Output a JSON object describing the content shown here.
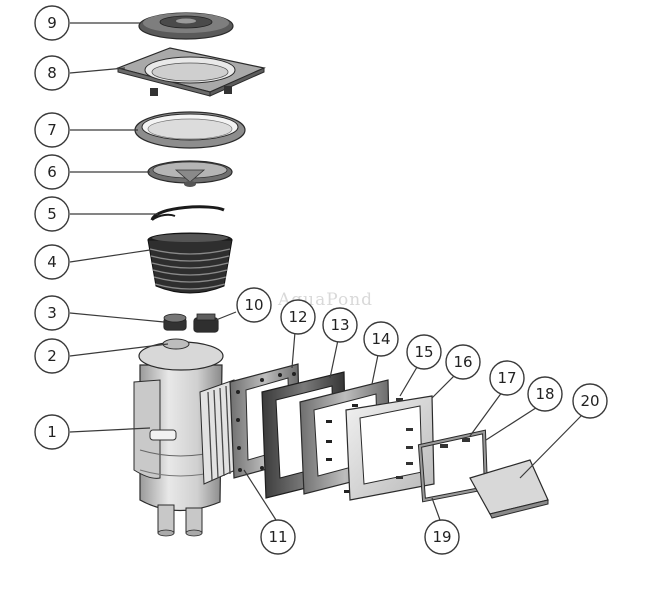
{
  "watermark": "AquaPond",
  "callouts": [
    {
      "id": "c9",
      "label": "9"
    },
    {
      "id": "c8",
      "label": "8"
    },
    {
      "id": "c7",
      "label": "7"
    },
    {
      "id": "c6",
      "label": "6"
    },
    {
      "id": "c5",
      "label": "5"
    },
    {
      "id": "c4",
      "label": "4"
    },
    {
      "id": "c3",
      "label": "3"
    },
    {
      "id": "c10",
      "label": "10"
    },
    {
      "id": "c2",
      "label": "2"
    },
    {
      "id": "c1",
      "label": "1"
    },
    {
      "id": "c12",
      "label": "12"
    },
    {
      "id": "c13",
      "label": "13"
    },
    {
      "id": "c14",
      "label": "14"
    },
    {
      "id": "c15",
      "label": "15"
    },
    {
      "id": "c16",
      "label": "16"
    },
    {
      "id": "c17",
      "label": "17"
    },
    {
      "id": "c18",
      "label": "18"
    },
    {
      "id": "c20",
      "label": "20"
    },
    {
      "id": "c11",
      "label": "11"
    },
    {
      "id": "c19",
      "label": "19"
    }
  ]
}
